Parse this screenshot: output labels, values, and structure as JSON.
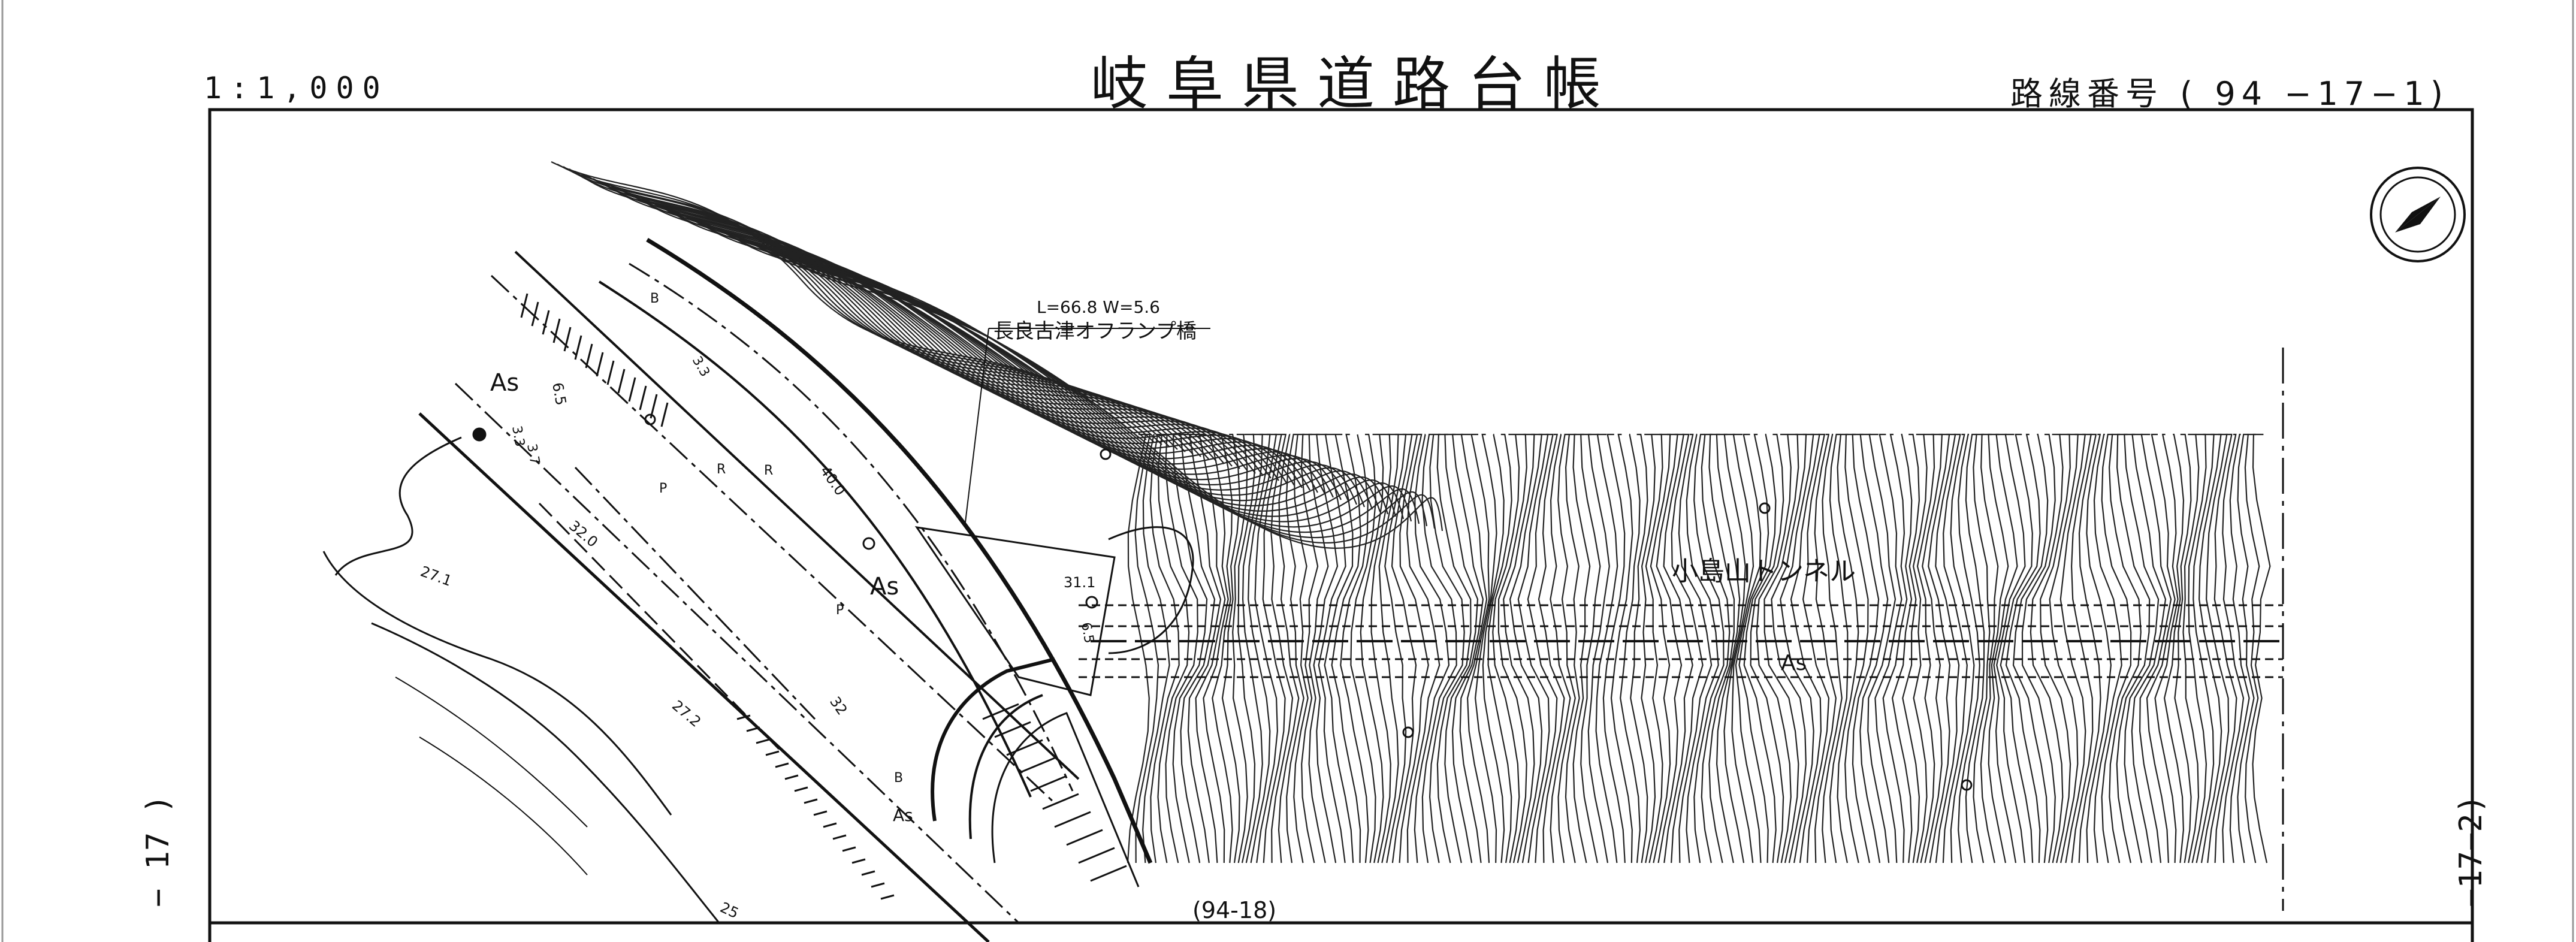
{
  "header": {
    "scale": "1:1,000",
    "title": "岐阜県道路台帳",
    "route_number": "路線番号 ( 94 −17−1)"
  },
  "side_labels": {
    "left": "− 17 )",
    "right": "−17−2)"
  },
  "map": {
    "bridge_dimensions": "L=66.8  W=5.6",
    "bridge_name": "長良古津オフランプ橋",
    "tunnel_name": "小島山トンネル",
    "pavement_labels": [
      "As",
      "As",
      "As",
      "As"
    ],
    "elevations": [
      "27.1",
      "27.2",
      "31.1",
      "40.0",
      "32.0",
      "32",
      "25"
    ],
    "small_marks": [
      "6.5",
      "3.3",
      "3.7",
      "3.3",
      "6.5",
      "R",
      "P",
      "B",
      "P",
      "R",
      "B"
    ],
    "adjacent_sheet": "(94-18)",
    "north_arrow": "north-arrow-icon"
  },
  "colors": {
    "ink": "#111111",
    "background": "#ffffff",
    "light_line": "#444444"
  }
}
